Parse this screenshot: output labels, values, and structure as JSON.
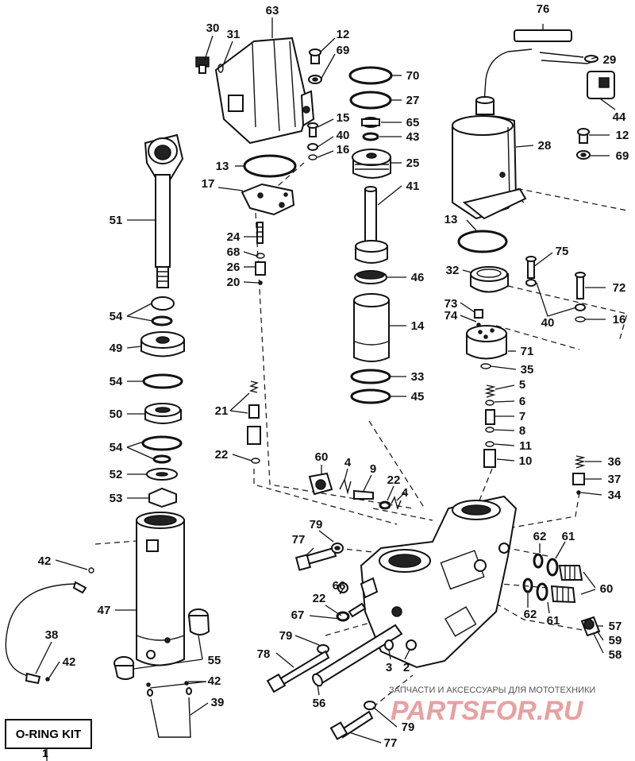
{
  "labels": {
    "l76": "76",
    "l29": "29",
    "l44": "44",
    "l28": "28",
    "l12a": "12",
    "l69a": "69",
    "l30": "30",
    "l31": "31",
    "l63": "63",
    "l12b": "12",
    "l69b": "69",
    "l70": "70",
    "l27": "27",
    "l65": "65",
    "l43": "43",
    "l25": "25",
    "l41": "41",
    "l15": "15",
    "l40a": "40",
    "l16a": "16",
    "l13a": "13",
    "l17": "17",
    "l51": "51",
    "l24": "24",
    "l68": "68",
    "l26": "26",
    "l20": "20",
    "l13b": "13",
    "l75": "75",
    "l32": "32",
    "l46": "46",
    "l72": "72",
    "l73": "73",
    "l74": "74",
    "l40b": "40",
    "l16b": "16",
    "l14": "14",
    "l71": "71",
    "l35": "35",
    "l54a": "54",
    "l49": "49",
    "l54b": "54",
    "l33": "33",
    "l45": "45",
    "l5": "5",
    "l6": "6",
    "l7": "7",
    "l8": "8",
    "l11": "11",
    "l10": "10",
    "l50": "50",
    "l21": "21",
    "l54c": "54",
    "l22a": "22",
    "l52": "52",
    "l53": "53",
    "l36": "36",
    "l37": "37",
    "l34": "34",
    "l60a": "60",
    "l4a": "4",
    "l9": "9",
    "l22b": "22",
    "l4b": "4",
    "l62a": "62",
    "l61a": "61",
    "l60b": "60",
    "l62b": "62",
    "l61b": "61",
    "l79a": "79",
    "l77a": "77",
    "l42a": "42",
    "l47": "47",
    "l66": "66",
    "l22c": "22",
    "l67": "67",
    "l57": "57",
    "l59": "59",
    "l58": "58",
    "l38": "38",
    "l42b": "42",
    "l79b": "79",
    "l78": "78",
    "l3": "3",
    "l2": "2",
    "l55": "55",
    "l42c": "42",
    "l39": "39",
    "l56": "56",
    "l79c": "79",
    "l77b": "77"
  },
  "kit": {
    "label": "O-RING KIT",
    "number": "1"
  },
  "watermark": {
    "tagline": "ЗАПЧАСТИ И АКСЕССУАРЫ ДЛЯ МОТОТЕХНИКИ",
    "brand": "PARTSFOR.RU"
  }
}
